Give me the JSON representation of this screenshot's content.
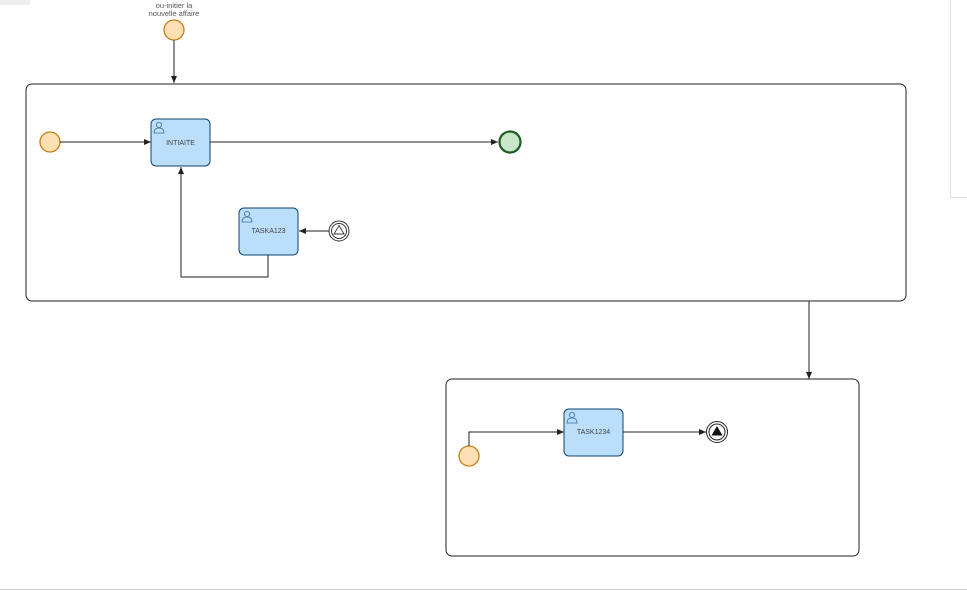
{
  "diagram": {
    "top_event_label_line1": "ou-initier la",
    "top_event_label_line2": "nouvelle affaire",
    "tasks": [
      {
        "label": "INTIAITE",
        "icon": "user-icon"
      },
      {
        "label": "TASKA123",
        "icon": "user-icon"
      },
      {
        "label": "TASK1234",
        "icon": "user-icon"
      }
    ],
    "colors": {
      "start_event_fill": "#ffe0b2",
      "start_event_stroke": "#c77d18",
      "end_event_fill": "#c8e6c9",
      "end_event_stroke": "#1b5e20",
      "task_fill": "#bbdefb",
      "task_stroke": "#0d4372"
    }
  }
}
